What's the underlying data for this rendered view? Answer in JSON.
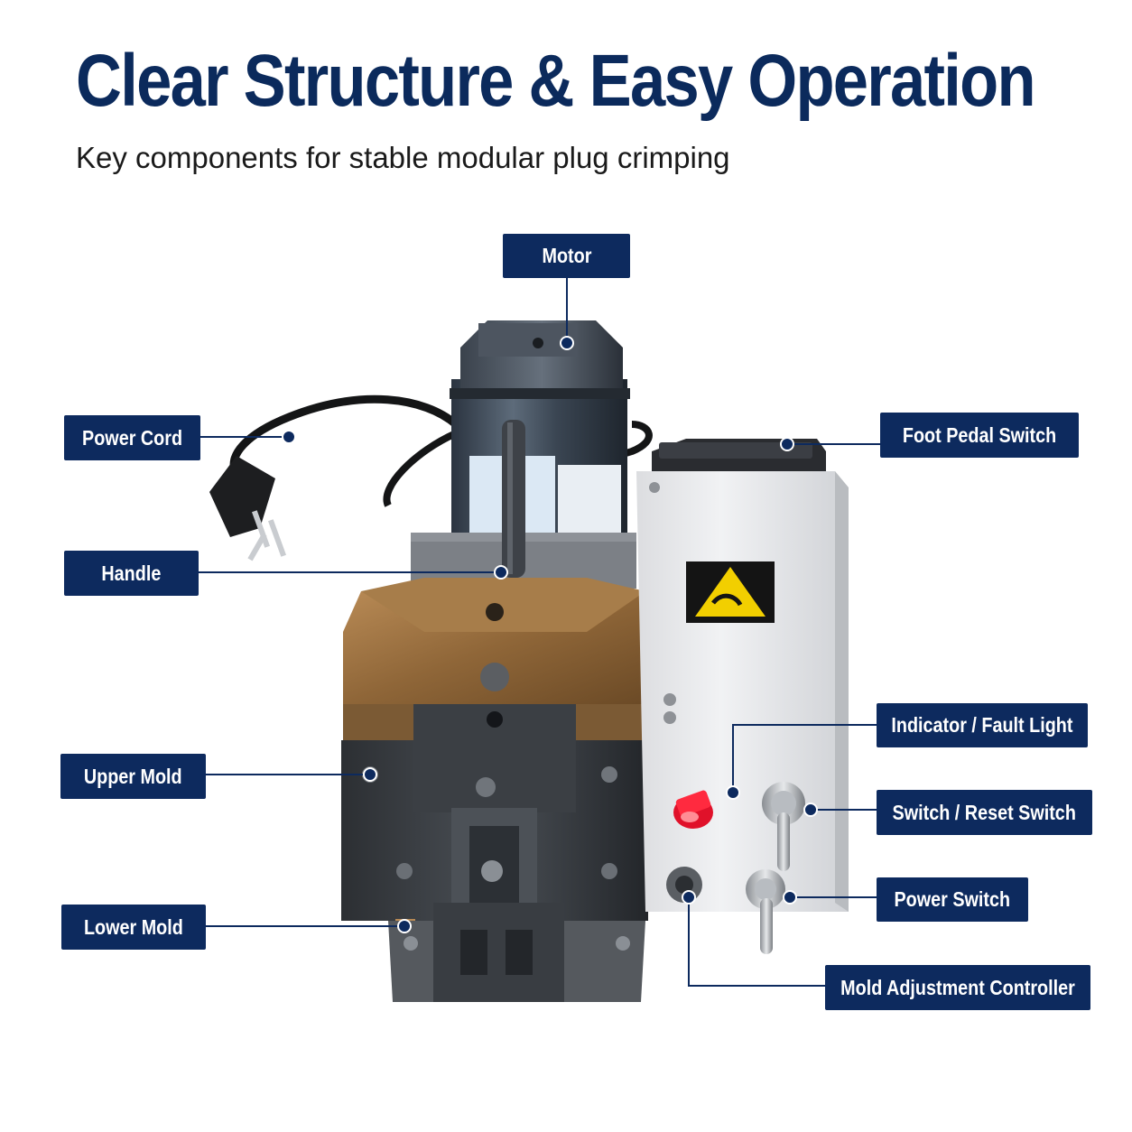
{
  "header": {
    "title": "Clear Structure & Easy Operation",
    "subtitle": "Key components for stable modular plug crimping"
  },
  "labels": {
    "motor": "Motor",
    "power_cord": "Power Cord",
    "foot_pedal_switch": "Foot Pedal Switch",
    "handle": "Handle",
    "indicator_fault_light": "Indicator / Fault Light",
    "upper_mold": "Upper Mold",
    "switch_reset_switch": "Switch / Reset Switch",
    "power_switch": "Power Switch",
    "lower_mold": "Lower Mold",
    "mold_adjustment_controller": "Mold Adjustment Controller"
  },
  "colors": {
    "label_bg": "#0d2a5e",
    "title": "#0b2a5c",
    "leader_line": "#0d2a5e"
  }
}
